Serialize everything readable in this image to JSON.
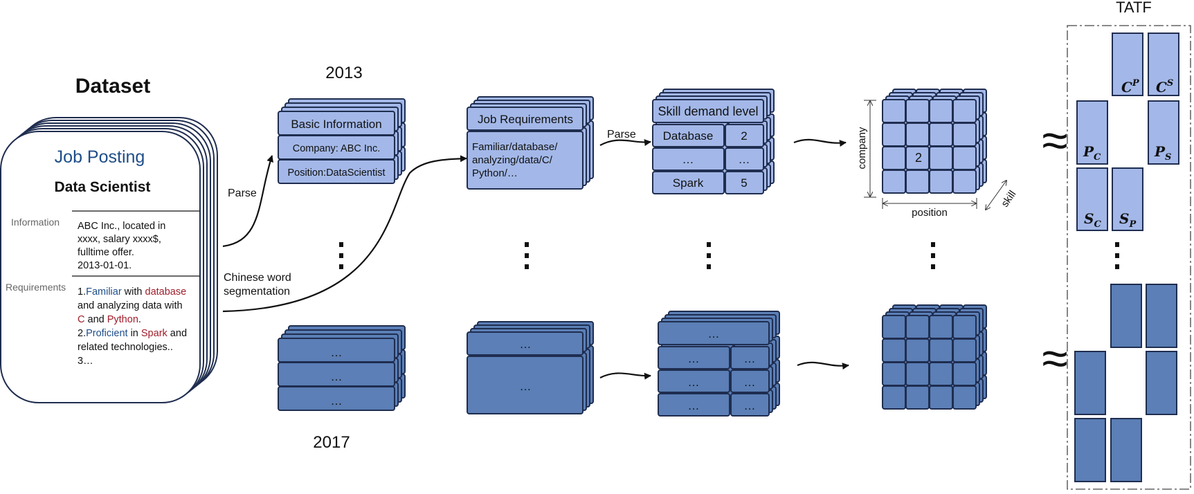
{
  "dataset": {
    "title": "Dataset",
    "card_title": "Job Posting",
    "card_subtitle": "Data Scientist",
    "information_label": "Information",
    "information_lines": [
      "ABC Inc., located in",
      "xxxx, salary xxxx$,",
      "fulltime offer.",
      "2013-01-01."
    ],
    "requirements_label": "Requirements",
    "requirements_lines": [
      [
        {
          "t": "1."
        },
        {
          "t": "Familiar",
          "c": "blue"
        },
        {
          "t": " with "
        },
        {
          "t": "database",
          "c": "red"
        }
      ],
      [
        {
          "t": "and analyzing data with"
        }
      ],
      [
        {
          "t": "C",
          "c": "red"
        },
        {
          "t": " and "
        },
        {
          "t": "Python",
          "c": "red"
        },
        {
          "t": "."
        }
      ],
      [
        {
          "t": "2."
        },
        {
          "t": "Proficient",
          "c": "blue"
        },
        {
          "t": " in "
        },
        {
          "t": "Spark",
          "c": "red"
        },
        {
          "t": " and"
        }
      ],
      [
        {
          "t": "related technologies.."
        }
      ],
      [
        {
          "t": "3…"
        }
      ]
    ]
  },
  "labels": {
    "parse_1": "Parse",
    "parse_2": "Parse",
    "segmentation_line1": "Chinese word",
    "segmentation_line2": "segmentation",
    "year_top": "2013",
    "year_bottom": "2017",
    "tatf": "TATF"
  },
  "basic_info": {
    "header": "Basic Information",
    "company": "Company: ABC Inc.",
    "position": "Position:DataScientist"
  },
  "job_requirements": {
    "header": "Job Requirements",
    "body_lines": [
      "Familiar/database/",
      "analyzing/data/C/",
      "Python/…"
    ]
  },
  "skill_table": {
    "header": "Skill demand level",
    "rows": [
      {
        "skill": "Database",
        "level": "2"
      },
      {
        "skill": "…",
        "level": "…"
      },
      {
        "skill": "Spark",
        "level": "5"
      }
    ]
  },
  "tensor": {
    "axis_company": "company",
    "axis_position": "position",
    "axis_skill": "skill",
    "cell_value": "2"
  },
  "factors": {
    "c_p": {
      "base": "C",
      "sup": "P"
    },
    "c_s": {
      "base": "C",
      "sup": "S"
    },
    "p_c": {
      "base": "P",
      "sub": "C"
    },
    "p_s": {
      "base": "P",
      "sub": "S"
    },
    "s_c": {
      "base": "S",
      "sub": "C"
    },
    "s_p": {
      "base": "S",
      "sub": "P"
    }
  },
  "ellipsis": "…",
  "approx": "≈",
  "colors": {
    "light_fill": "#a3b8e8",
    "dark_fill": "#5b7fb6",
    "stroke": "#1f2d4f",
    "title_blue": "#1f4e89",
    "text_blue": "#1f4e89",
    "text_red": "#a01d2a",
    "label_gray": "#666666"
  }
}
